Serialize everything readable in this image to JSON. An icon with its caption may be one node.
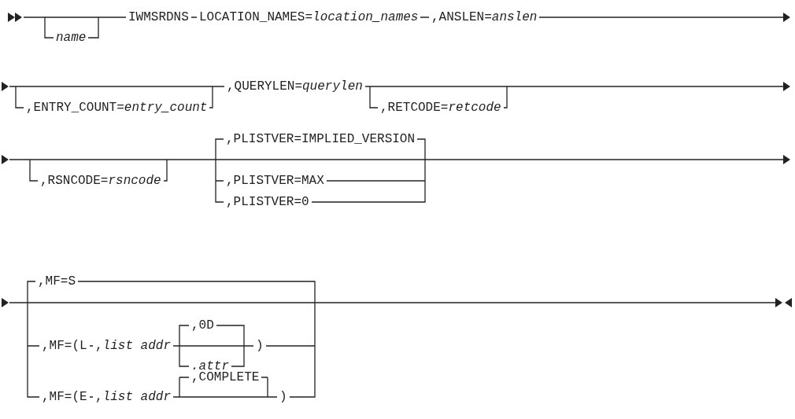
{
  "diagram": {
    "labels": [
      "IWMSRDNS",
      "LOCATION_NAMES=*location_names*",
      ",ANSLEN=*anslen*",
      "name",
      ",QUERYLEN=*querylen*",
      ",ENTRY_COUNT=*entry_count*",
      ",RETCODE=*retcode*",
      ",PLISTVER=IMPLIED_VERSION",
      ",RSNCODE=*rsncode*",
      ",PLISTVER=MAX",
      ",PLISTVER=0",
      ",MF=S",
      ",0D",
      ",MF=(L",
      ",*list addr*",
      ")",
      ",*attr*",
      ",COMPLETE",
      ",MF=(E",
      ",*list addr*",
      ")"
    ]
  }
}
